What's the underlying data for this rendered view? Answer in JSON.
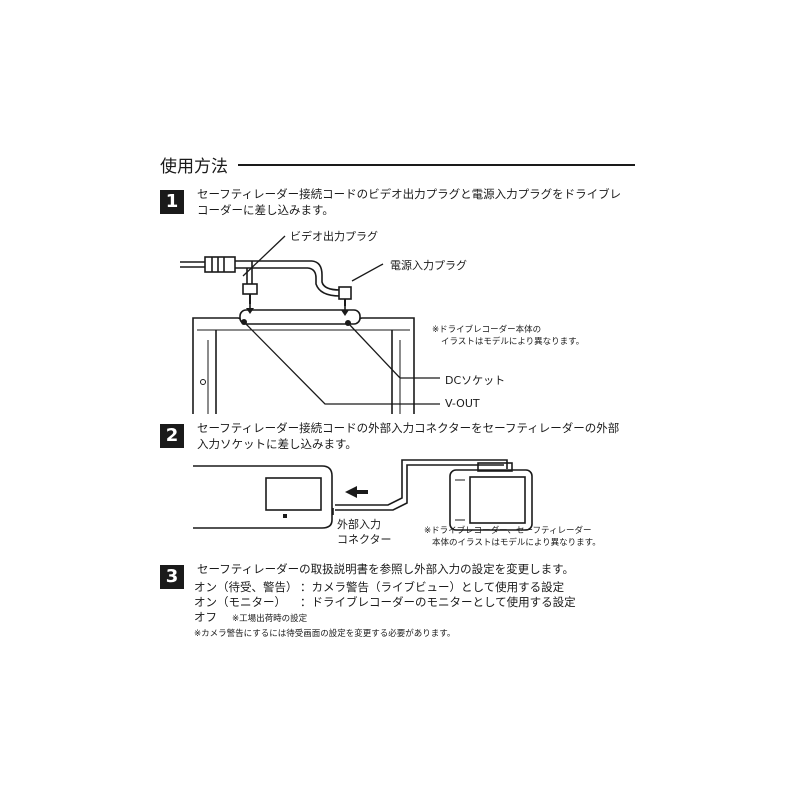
{
  "section": {
    "title": "使用方法"
  },
  "steps": [
    {
      "number": "1",
      "lines": [
        "セーフティレーダー接続コードのビデオ出力プラグと電源入力プラグをドライブレ",
        "コーダーに差し込みます。"
      ]
    },
    {
      "number": "2",
      "lines": [
        "セーフティレーダー接続コードの外部入力コネクターをセーフティレーダーの外部",
        "入力ソケットに差し込みます。"
      ]
    },
    {
      "number": "3",
      "lines": [
        "セーフティレーダーの取扱説明書を参照し外部入力の設定を変更します。"
      ]
    }
  ],
  "diagram1": {
    "video_plug_label": "ビデオ出力プラグ",
    "power_plug_label": "電源入力プラグ",
    "dc_socket_label": "DCソケット",
    "vout_label": "V-OUT",
    "note_lines": [
      "※ドライブレコーダー本体の",
      "イラストはモデルにより異なります。"
    ]
  },
  "diagram2": {
    "connector_label_lines": [
      "外部入力",
      "コネクター"
    ],
    "note_lines": [
      "※ドライブレコーダー、セーフティレーダー",
      "本体のイラストはモデルにより異なります。"
    ]
  },
  "settings": [
    {
      "name": "オン（待受、警告）",
      "desc": "：カメラ警告（ライブビュー）として使用する設定"
    },
    {
      "name": "オン（モニター）",
      "desc": "：ドライブレコーダーのモニターとして使用する設定"
    },
    {
      "name": "オフ",
      "desc": "※工場出荷時の設定"
    }
  ],
  "footnote": "※カメラ警告にするには待受画面の設定を変更する必要があります。"
}
